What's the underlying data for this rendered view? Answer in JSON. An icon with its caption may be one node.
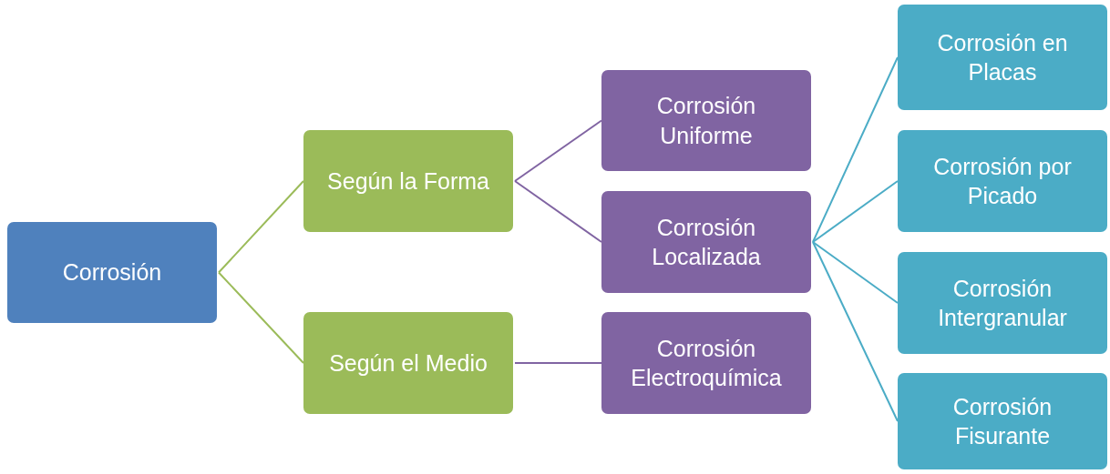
{
  "diagram": {
    "nodes": [
      {
        "text": [
          "Corrosión"
        ]
      },
      {
        "text": [
          "Según la Forma"
        ]
      },
      {
        "text": [
          "Según el Medio"
        ]
      },
      {
        "text": [
          "Corrosión Uniforme"
        ]
      },
      {
        "text": [
          "Corrosión Localizada"
        ]
      },
      {
        "text": [
          "Corrosión Electroquímica"
        ]
      },
      {
        "text": [
          "Corrosión en Placas"
        ]
      },
      {
        "text": [
          "Corrosión por Picado"
        ]
      },
      {
        "text": [
          "Corrosión Intergranular"
        ]
      },
      {
        "text": [
          "Corrosión Fisurante"
        ]
      }
    ],
    "edges": [
      {
        "from": 0,
        "to": 1,
        "arrow": "none",
        "color": "#9bbb59"
      },
      {
        "from": 0,
        "to": 2,
        "arrow": "none",
        "color": "#9bbb59"
      },
      {
        "from": 1,
        "to": 3,
        "arrow": "none",
        "color": "#8064a2"
      },
      {
        "from": 1,
        "to": 4,
        "arrow": "none",
        "color": "#8064a2"
      },
      {
        "from": 2,
        "to": 5,
        "arrow": "none",
        "color": "#8064a2"
      },
      {
        "from": 4,
        "to": 6,
        "arrow": "none"
      },
      {
        "from": 4,
        "to": 7,
        "arrow": "none"
      },
      {
        "from": 4,
        "to": 8,
        "arrow": "none"
      },
      {
        "from": 4,
        "to": 9,
        "arrow": "none"
      }
    ]
  }
}
